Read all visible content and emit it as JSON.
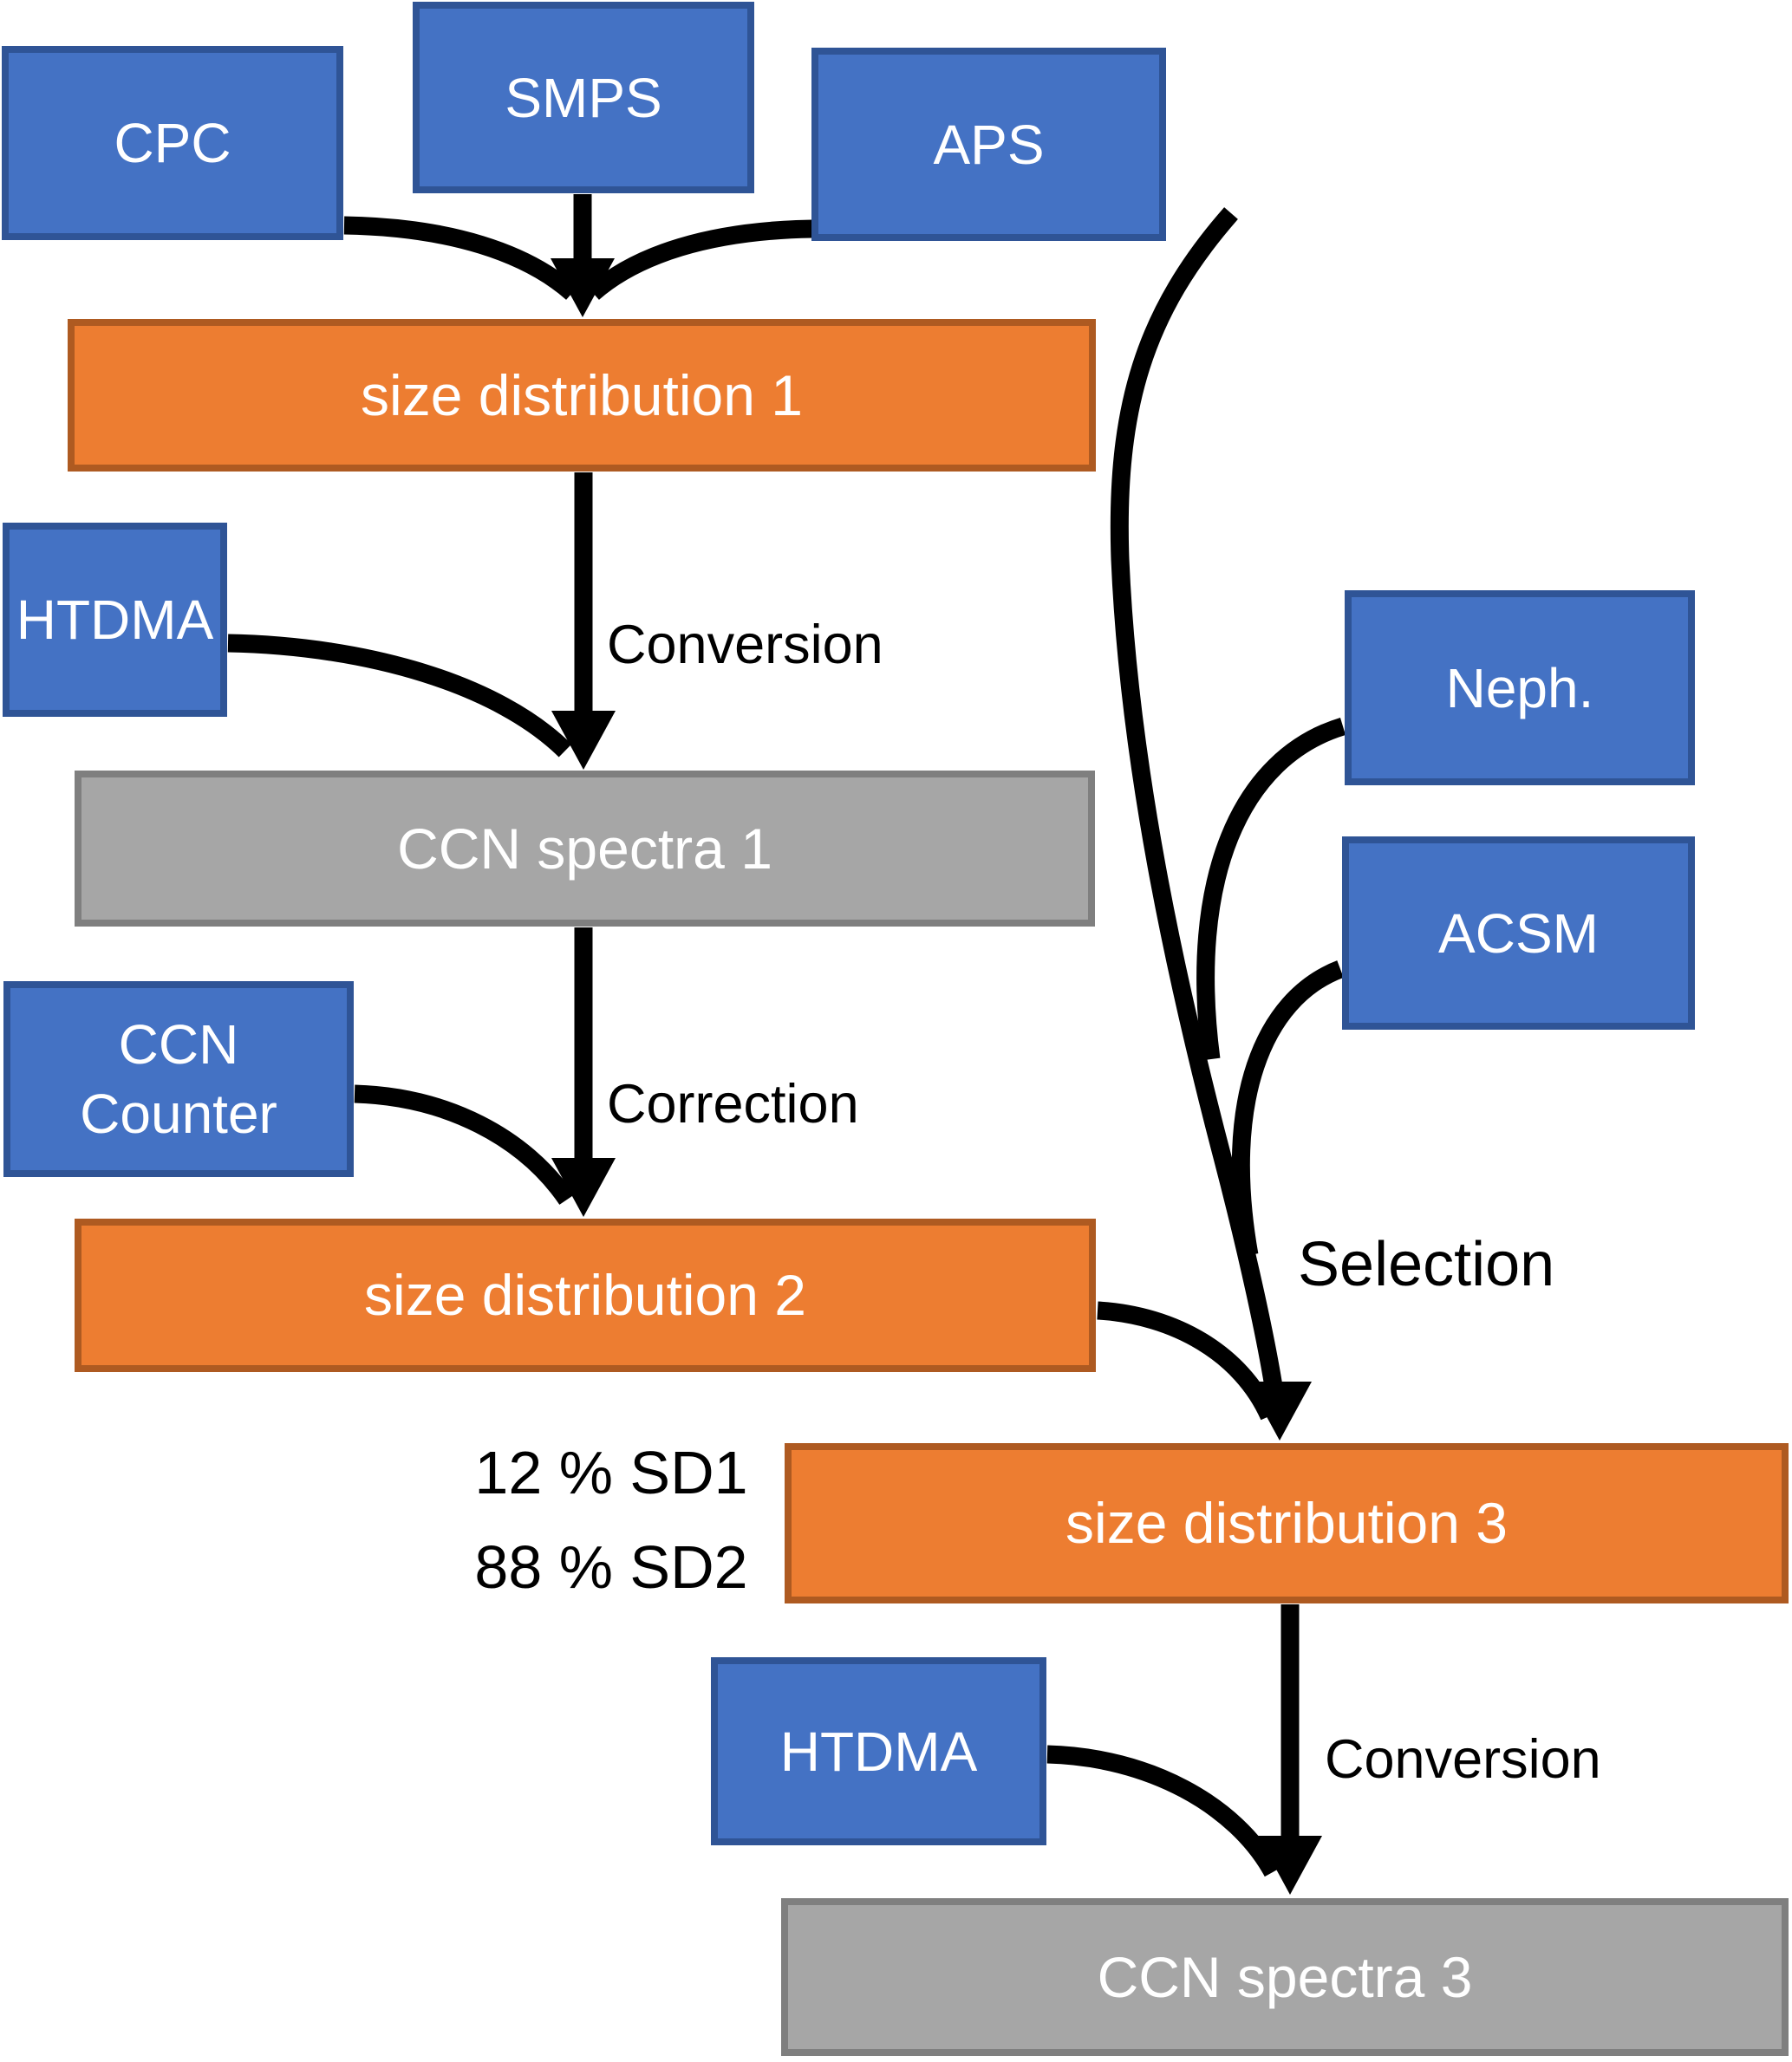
{
  "diagram": {
    "nodes": {
      "cpc": {
        "label": "CPC"
      },
      "smps": {
        "label": "SMPS"
      },
      "aps": {
        "label": "APS"
      },
      "sd1": {
        "label": "size distribution 1"
      },
      "htdma1": {
        "label": "HTDMA"
      },
      "neph": {
        "label": "Neph."
      },
      "ccn1": {
        "label": "CCN spectra 1"
      },
      "acsm": {
        "label": "ACSM"
      },
      "ccncounter": {
        "line1": "CCN",
        "line2": "Counter"
      },
      "sd2": {
        "label": "size distribution 2"
      },
      "sd3": {
        "label": "size distribution 3"
      },
      "htdma2": {
        "label": "HTDMA"
      },
      "ccn3": {
        "label": "CCN spectra 3"
      }
    },
    "edge_labels": {
      "conversion1": "Conversion",
      "correction": "Correction",
      "selection": "Selection",
      "mix_line1": "12 % SD1",
      "mix_line2": "88 % SD2",
      "conversion2": "Conversion"
    },
    "colors": {
      "instrument_fill": "#4472C4",
      "instrument_border": "#2F5496",
      "distribution_fill": "#ED7D31",
      "distribution_border": "#AE5A21",
      "spectra_fill": "#A6A6A6",
      "spectra_border": "#7F7F7F",
      "arrow": "#000000",
      "annotation_text": "#000000",
      "node_text": "#FFFFFF",
      "background": "#FFFFFF"
    }
  }
}
